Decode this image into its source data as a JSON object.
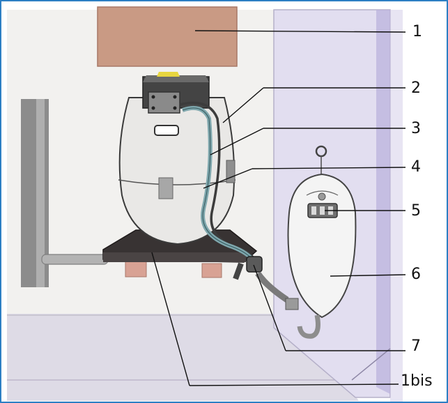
{
  "labels": {
    "l1": "1",
    "l2": "2",
    "l3": "3",
    "l4": "4",
    "l5": "5",
    "l6": "6",
    "l7": "7",
    "l1bis": "1bis"
  },
  "colors": {
    "wall": "#f2f1ef",
    "floor": "#dedbe6",
    "partition": "#e2def0",
    "partition_shade": "#b9b0dc",
    "box": "#c99a84",
    "drain_pipe": "#7f7f7f",
    "tank_body": "#e9e8e6",
    "tank_lid": "#444444",
    "lid_accent": "#e8d640",
    "base_plate": "#383333",
    "hose": "#7fa7ad",
    "foot_pad": "#d8a294",
    "urinal": "#f4f4f4",
    "frame": "#2d7fc4",
    "leader_line": "#111111"
  }
}
